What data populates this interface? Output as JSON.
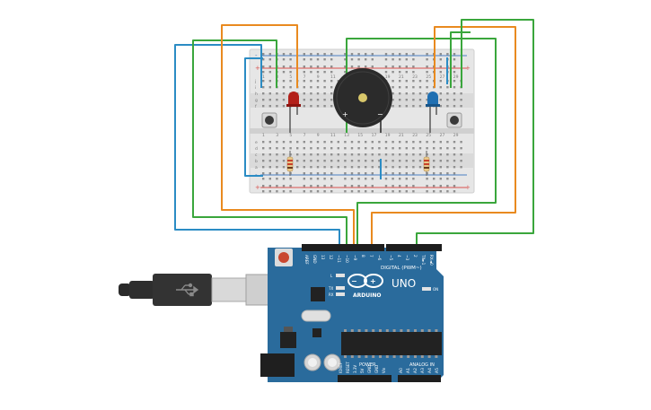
{
  "colors": {
    "canvas": "#ffffff",
    "breadboard": "#e6e6e6",
    "board_blue": "#2a6b9c",
    "wire_blue": "#2b8cc4",
    "wire_green": "#3aa63c",
    "wire_orange": "#e98a1f",
    "wire_black": "#222222",
    "rail_red": "#d9534f",
    "rail_blue": "#4a7fc1",
    "led_red": "#b3201a",
    "led_blue": "#1f6fb2",
    "buzzer": "#2b2b2b"
  },
  "breadboard": {
    "rail_plus": "+",
    "rail_minus": "-",
    "column_numbers": [
      "1",
      "3",
      "5",
      "7",
      "9",
      "11",
      "13",
      "15",
      "17",
      "19",
      "21",
      "23",
      "25",
      "27",
      "29"
    ],
    "row_letters_top": [
      "j",
      "i",
      "h",
      "g",
      "f"
    ],
    "row_letters_bottom": [
      "e",
      "d",
      "c",
      "b",
      "a"
    ]
  },
  "buzzer": {
    "plus_label": "+",
    "minus_label": "−"
  },
  "arduino": {
    "model": "UNO",
    "brand": "ARDUINO",
    "on_label": "ON",
    "tx_label": "TX",
    "rx_label": "RX",
    "l_label": "L",
    "digital_label": "DIGITAL (PWM~)",
    "analog_label": "ANALOG IN",
    "power_label": "POWER",
    "top_pins": [
      "AREF",
      "GND",
      "13",
      "12",
      "~11",
      "~10",
      "~9",
      "8",
      "7",
      "~6",
      "~5",
      "4",
      "~3",
      "2",
      "TX►1",
      "RX◄0"
    ],
    "power_pins": [
      "IOREF",
      "RESET",
      "3.3V",
      "5V",
      "GND",
      "GND",
      "Vin"
    ],
    "analog_pins": [
      "A0",
      "A1",
      "A2",
      "A3",
      "A4",
      "A5"
    ]
  },
  "usb_cable": {
    "icon": "usb-icon"
  }
}
